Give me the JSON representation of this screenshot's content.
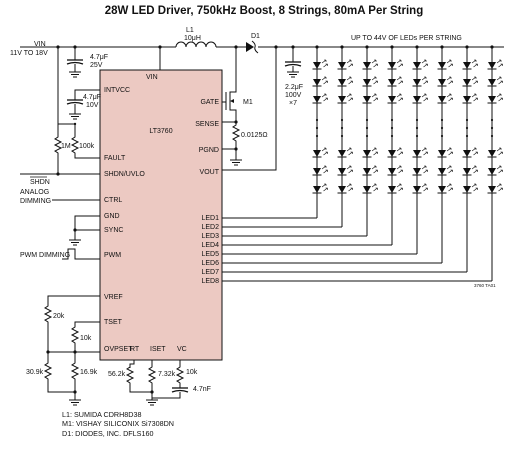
{
  "title": "28W LED Driver, 750kHz Boost, 8 Strings, 80mA Per String",
  "input": {
    "vin": "VIN",
    "range": "11V TO 18V"
  },
  "ic": {
    "name": "LT3760"
  },
  "pins": {
    "intvcc": "INTVCC",
    "vin": "VIN",
    "gate": "GATE",
    "sense": "SENSE",
    "pgnd": "PGND",
    "vout": "VOUT",
    "fault": "FAULT",
    "shdn": "SHDN/UVLO",
    "ctrl": "CTRL",
    "gnd": "GND",
    "sync": "SYNC",
    "pwm": "PWM",
    "vref": "VREF",
    "tset": "TSET",
    "ovpset": "OVPSET",
    "rt": "RT",
    "iset": "ISET",
    "vc": "VC",
    "leds": [
      "LED1",
      "LED2",
      "LED3",
      "LED4",
      "LED5",
      "LED6",
      "LED7",
      "LED8"
    ]
  },
  "components": {
    "c_in": [
      "4.7μF",
      "25V"
    ],
    "c_intvcc": [
      "4.7μF",
      "10V"
    ],
    "c_out": [
      "2.2μF",
      "100V",
      "×7"
    ],
    "l1": [
      "L1",
      "10μH"
    ],
    "d1": "D1",
    "m1": "M1",
    "r_sense": "0.0125Ω",
    "r_fault": "100k",
    "r_shdn": "1M",
    "r_20k": "20k",
    "r_10k": "10k",
    "r_309k": "30.9k",
    "r_169k": "16.9k",
    "r_562k": "56.2k",
    "r_732k": "7.32k",
    "r_vc": "10k",
    "c_vc": "4.7nF"
  },
  "labels": {
    "shdn": "SHDN",
    "analog_dimming": [
      "ANALOG",
      "DIMMING"
    ],
    "pwm_dimming": "PWM DIMMING",
    "leds_note": "UP TO 44V OF LEDs PER STRING",
    "code": "3760 TA01"
  },
  "bom": [
    "L1: SUMIDA CDRH8D38",
    "M1: VISHAY SILICONIX Si7308DN",
    "D1: DIODES, INC. DFLS160"
  ]
}
